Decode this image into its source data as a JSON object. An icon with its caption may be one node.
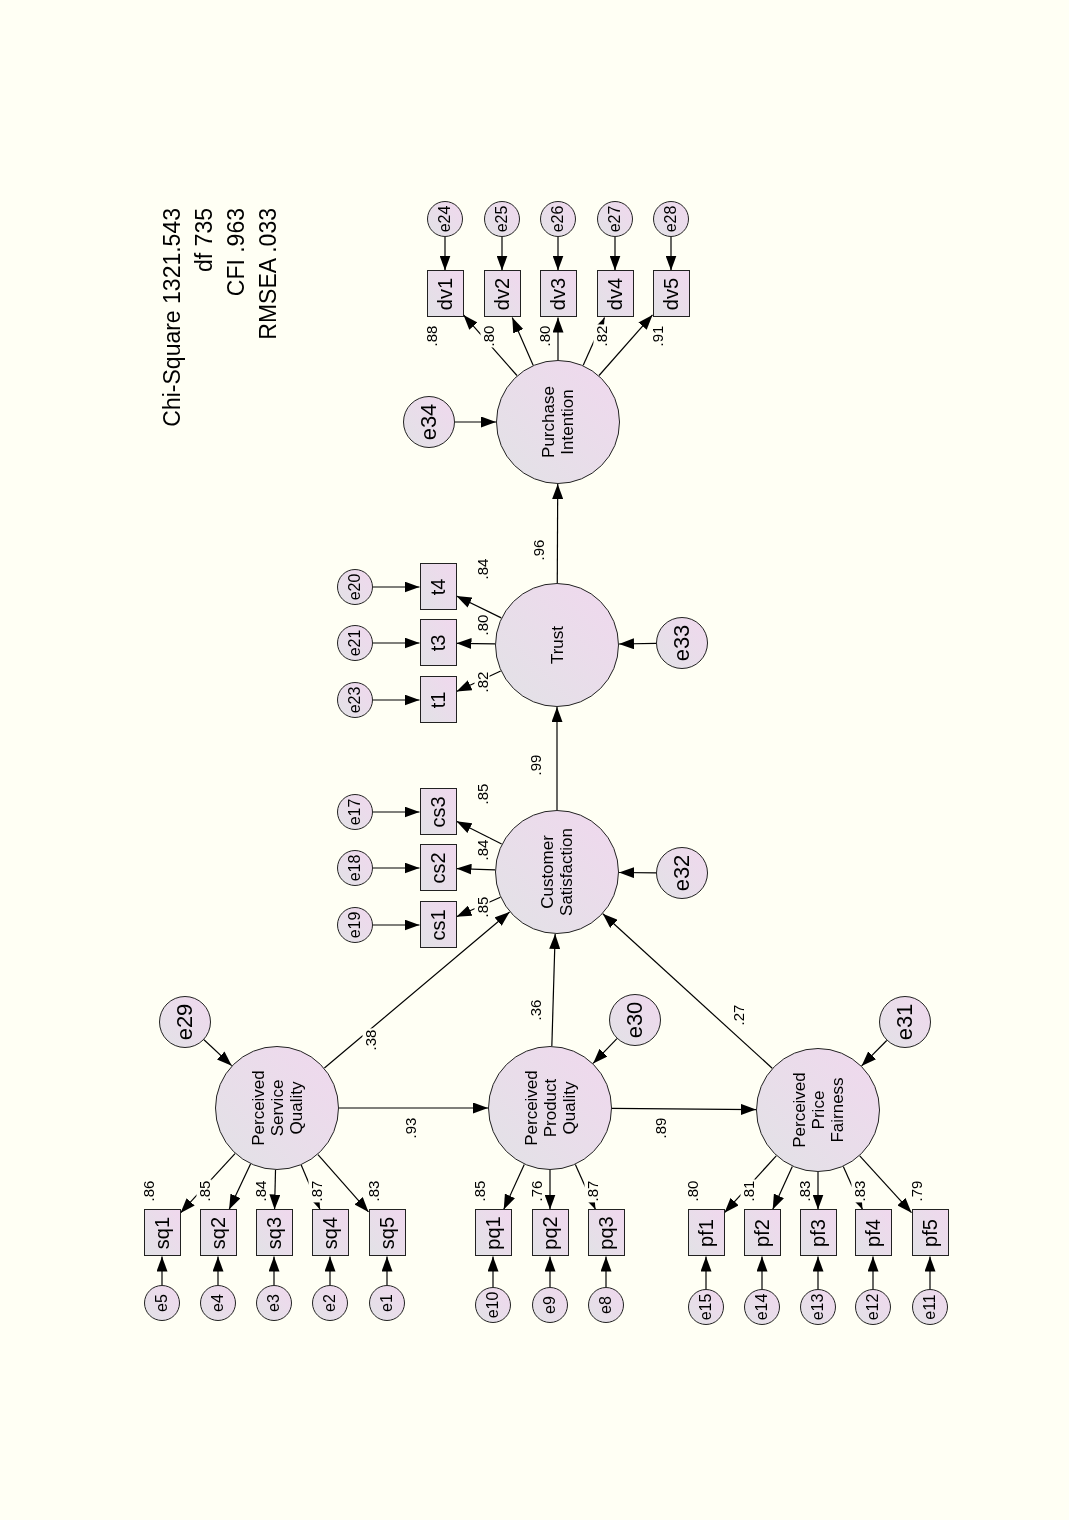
{
  "diagram": {
    "nodes": [
      {
        "text": [
          "Perceived Service Quality"
        ]
      },
      {
        "text": [
          "Perceived Product Quality"
        ]
      },
      {
        "text": [
          "Perceived Price Fairness"
        ]
      },
      {
        "text": [
          "Customer Satisfaction"
        ]
      },
      {
        "text": [
          "Trust"
        ]
      },
      {
        "text": [
          "Purchase Intention"
        ]
      },
      {
        "text": [
          "sq1"
        ]
      },
      {
        "text": [
          "sq2"
        ]
      },
      {
        "text": [
          "sq3"
        ]
      },
      {
        "text": [
          "sq4"
        ]
      },
      {
        "text": [
          "sq5"
        ]
      },
      {
        "text": [
          "e5"
        ]
      },
      {
        "text": [
          "e4"
        ]
      },
      {
        "text": [
          "e3"
        ]
      },
      {
        "text": [
          "e2"
        ]
      },
      {
        "text": [
          "e1"
        ]
      },
      {
        "text": [
          "pq1"
        ]
      },
      {
        "text": [
          "pq2"
        ]
      },
      {
        "text": [
          "pq3"
        ]
      },
      {
        "text": [
          "e10"
        ]
      },
      {
        "text": [
          "e9"
        ]
      },
      {
        "text": [
          "e8"
        ]
      },
      {
        "text": [
          "pf1"
        ]
      },
      {
        "text": [
          "pf2"
        ]
      },
      {
        "text": [
          "pf3"
        ]
      },
      {
        "text": [
          "pf4"
        ]
      },
      {
        "text": [
          "pf5"
        ]
      },
      {
        "text": [
          "e15"
        ]
      },
      {
        "text": [
          "e14"
        ]
      },
      {
        "text": [
          "e13"
        ]
      },
      {
        "text": [
          "e12"
        ]
      },
      {
        "text": [
          "e11"
        ]
      },
      {
        "text": [
          "cs1"
        ]
      },
      {
        "text": [
          "cs2"
        ]
      },
      {
        "text": [
          "cs3"
        ]
      },
      {
        "text": [
          "e19"
        ]
      },
      {
        "text": [
          "e18"
        ]
      },
      {
        "text": [
          "e17"
        ]
      },
      {
        "text": [
          "t1"
        ]
      },
      {
        "text": [
          "t3"
        ]
      },
      {
        "text": [
          "t4"
        ]
      },
      {
        "text": [
          "e23"
        ]
      },
      {
        "text": [
          "e21"
        ]
      },
      {
        "text": [
          "e20"
        ]
      },
      {
        "text": [
          "dv1"
        ]
      },
      {
        "text": [
          "dv2"
        ]
      },
      {
        "text": [
          "dv3"
        ]
      },
      {
        "text": [
          "dv4"
        ]
      },
      {
        "text": [
          "dv5"
        ]
      },
      {
        "text": [
          "e24"
        ]
      },
      {
        "text": [
          "e25"
        ]
      },
      {
        "text": [
          "e26"
        ]
      },
      {
        "text": [
          "e27"
        ]
      },
      {
        "text": [
          "e28"
        ]
      },
      {
        "text": [
          "e29"
        ]
      },
      {
        "text": [
          "e30"
        ]
      },
      {
        "text": [
          "e31"
        ]
      },
      {
        "text": [
          "e32"
        ]
      },
      {
        "text": [
          "e33"
        ]
      },
      {
        "text": [
          "e34"
        ]
      }
    ],
    "edges": [
      {
        "from": 0,
        "to": 6,
        "arrow": "to",
        "label": ".86"
      },
      {
        "from": 0,
        "to": 7,
        "arrow": "to",
        "label": ".85"
      },
      {
        "from": 0,
        "to": 8,
        "arrow": "to",
        "label": ".84"
      },
      {
        "from": 0,
        "to": 9,
        "arrow": "to",
        "label": ".87"
      },
      {
        "from": 0,
        "to": 10,
        "arrow": "to",
        "label": ".83"
      },
      {
        "from": 11,
        "to": 6,
        "arrow": "to"
      },
      {
        "from": 12,
        "to": 7,
        "arrow": "to"
      },
      {
        "from": 13,
        "to": 8,
        "arrow": "to"
      },
      {
        "from": 14,
        "to": 9,
        "arrow": "to"
      },
      {
        "from": 15,
        "to": 10,
        "arrow": "to"
      },
      {
        "from": 1,
        "to": 16,
        "arrow": "to",
        "label": ".85"
      },
      {
        "from": 1,
        "to": 17,
        "arrow": "to",
        "label": ".76"
      },
      {
        "from": 1,
        "to": 18,
        "arrow": "to",
        "label": ".87"
      },
      {
        "from": 19,
        "to": 16,
        "arrow": "to"
      },
      {
        "from": 20,
        "to": 17,
        "arrow": "to"
      },
      {
        "from": 21,
        "to": 18,
        "arrow": "to"
      },
      {
        "from": 2,
        "to": 22,
        "arrow": "to",
        "label": ".80"
      },
      {
        "from": 2,
        "to": 23,
        "arrow": "to",
        "label": ".81"
      },
      {
        "from": 2,
        "to": 24,
        "arrow": "to",
        "label": ".83"
      },
      {
        "from": 2,
        "to": 25,
        "arrow": "to",
        "label": ".83"
      },
      {
        "from": 2,
        "to": 26,
        "arrow": "to",
        "label": ".79"
      },
      {
        "from": 27,
        "to": 22,
        "arrow": "to"
      },
      {
        "from": 28,
        "to": 23,
        "arrow": "to"
      },
      {
        "from": 29,
        "to": 24,
        "arrow": "to"
      },
      {
        "from": 30,
        "to": 25,
        "arrow": "to"
      },
      {
        "from": 31,
        "to": 26,
        "arrow": "to"
      },
      {
        "from": 3,
        "to": 32,
        "arrow": "to",
        "label": ".85"
      },
      {
        "from": 3,
        "to": 33,
        "arrow": "to",
        "label": ".84"
      },
      {
        "from": 3,
        "to": 34,
        "arrow": "to",
        "label": ".85"
      },
      {
        "from": 35,
        "to": 32,
        "arrow": "to"
      },
      {
        "from": 36,
        "to": 33,
        "arrow": "to"
      },
      {
        "from": 37,
        "to": 34,
        "arrow": "to"
      },
      {
        "from": 4,
        "to": 38,
        "arrow": "to",
        "label": ".82"
      },
      {
        "from": 4,
        "to": 39,
        "arrow": "to",
        "label": ".80"
      },
      {
        "from": 4,
        "to": 40,
        "arrow": "to",
        "label": ".84"
      },
      {
        "from": 41,
        "to": 38,
        "arrow": "to"
      },
      {
        "from": 42,
        "to": 39,
        "arrow": "to"
      },
      {
        "from": 43,
        "to": 40,
        "arrow": "to"
      },
      {
        "from": 5,
        "to": 44,
        "arrow": "to",
        "label": ".88"
      },
      {
        "from": 5,
        "to": 45,
        "arrow": "to",
        "label": ".80"
      },
      {
        "from": 5,
        "to": 46,
        "arrow": "to",
        "label": ".80"
      },
      {
        "from": 5,
        "to": 47,
        "arrow": "to",
        "label": ".82"
      },
      {
        "from": 5,
        "to": 48,
        "arrow": "to",
        "label": ".91"
      },
      {
        "from": 49,
        "to": 44,
        "arrow": "to"
      },
      {
        "from": 50,
        "to": 45,
        "arrow": "to"
      },
      {
        "from": 51,
        "to": 46,
        "arrow": "to"
      },
      {
        "from": 52,
        "to": 47,
        "arrow": "to"
      },
      {
        "from": 53,
        "to": 48,
        "arrow": "to"
      },
      {
        "from": 0,
        "to": 3,
        "arrow": "to",
        "label": ".38"
      },
      {
        "from": 0,
        "to": 1,
        "arrow": "to",
        "label": ".93"
      },
      {
        "from": 1,
        "to": 3,
        "arrow": "to",
        "label": ".36"
      },
      {
        "from": 1,
        "to": 2,
        "arrow": "to",
        "label": ".89"
      },
      {
        "from": 2,
        "to": 3,
        "arrow": "to",
        "label": ".27"
      },
      {
        "from": 3,
        "to": 4,
        "arrow": "to",
        "label": ".99"
      },
      {
        "from": 4,
        "to": 5,
        "arrow": "to",
        "label": ".96"
      },
      {
        "from": 54,
        "to": 0,
        "arrow": "to"
      },
      {
        "from": 55,
        "to": 1,
        "arrow": "to"
      },
      {
        "from": 56,
        "to": 2,
        "arrow": "to"
      },
      {
        "from": 57,
        "to": 3,
        "arrow": "to"
      },
      {
        "from": 58,
        "to": 4,
        "arrow": "to"
      },
      {
        "from": 59,
        "to": 5,
        "arrow": "to"
      }
    ],
    "labels": [
      "Chi-Square 1321.543",
      "df 735",
      "CFI .963",
      "RMSEA .033"
    ]
  }
}
